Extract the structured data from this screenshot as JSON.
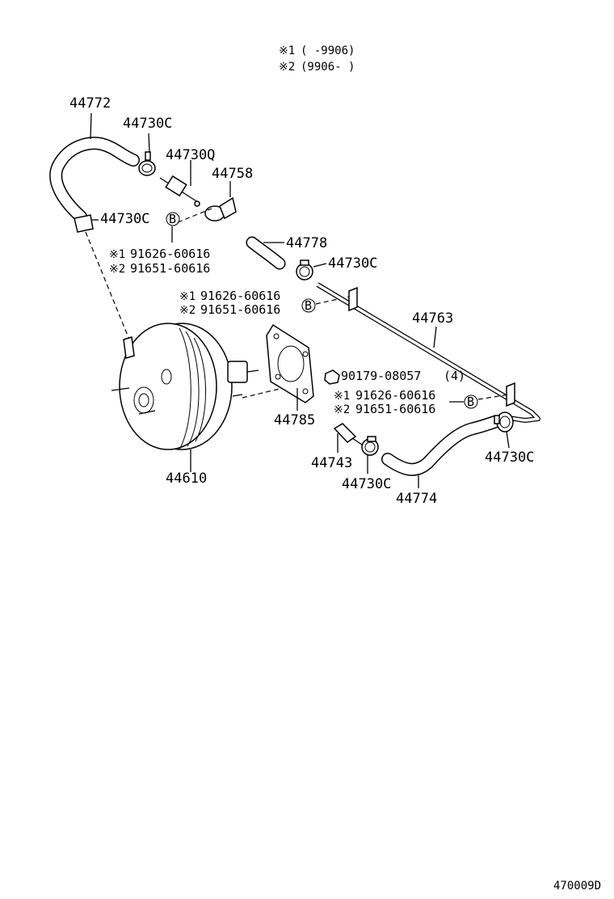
{
  "legend": {
    "note1_mark": "※1",
    "note1_range": "(      -9906)",
    "note2_mark": "※2",
    "note2_range": "(9906-      )"
  },
  "parts": {
    "p44772": "44772",
    "p44730C_top": "44730C",
    "p44730Q": "44730Q",
    "p44758": "44758",
    "p44730C_left": "44730C",
    "circle_b": "B",
    "m1": "※1",
    "m2": "※2",
    "p91626": "91626-60616",
    "p91651": "91651-60616",
    "p44778": "44778",
    "p44730C_mid": "44730C",
    "p44763": "44763",
    "p90179": "90179-08057",
    "p90179_qty": "(4)",
    "p44785": "44785",
    "p44743": "44743",
    "p44730C_bottom": "44730C",
    "p44774": "44774",
    "p44730C_right": "44730C",
    "p44610": "44610"
  },
  "footer": {
    "diagram_code": "470009D"
  }
}
